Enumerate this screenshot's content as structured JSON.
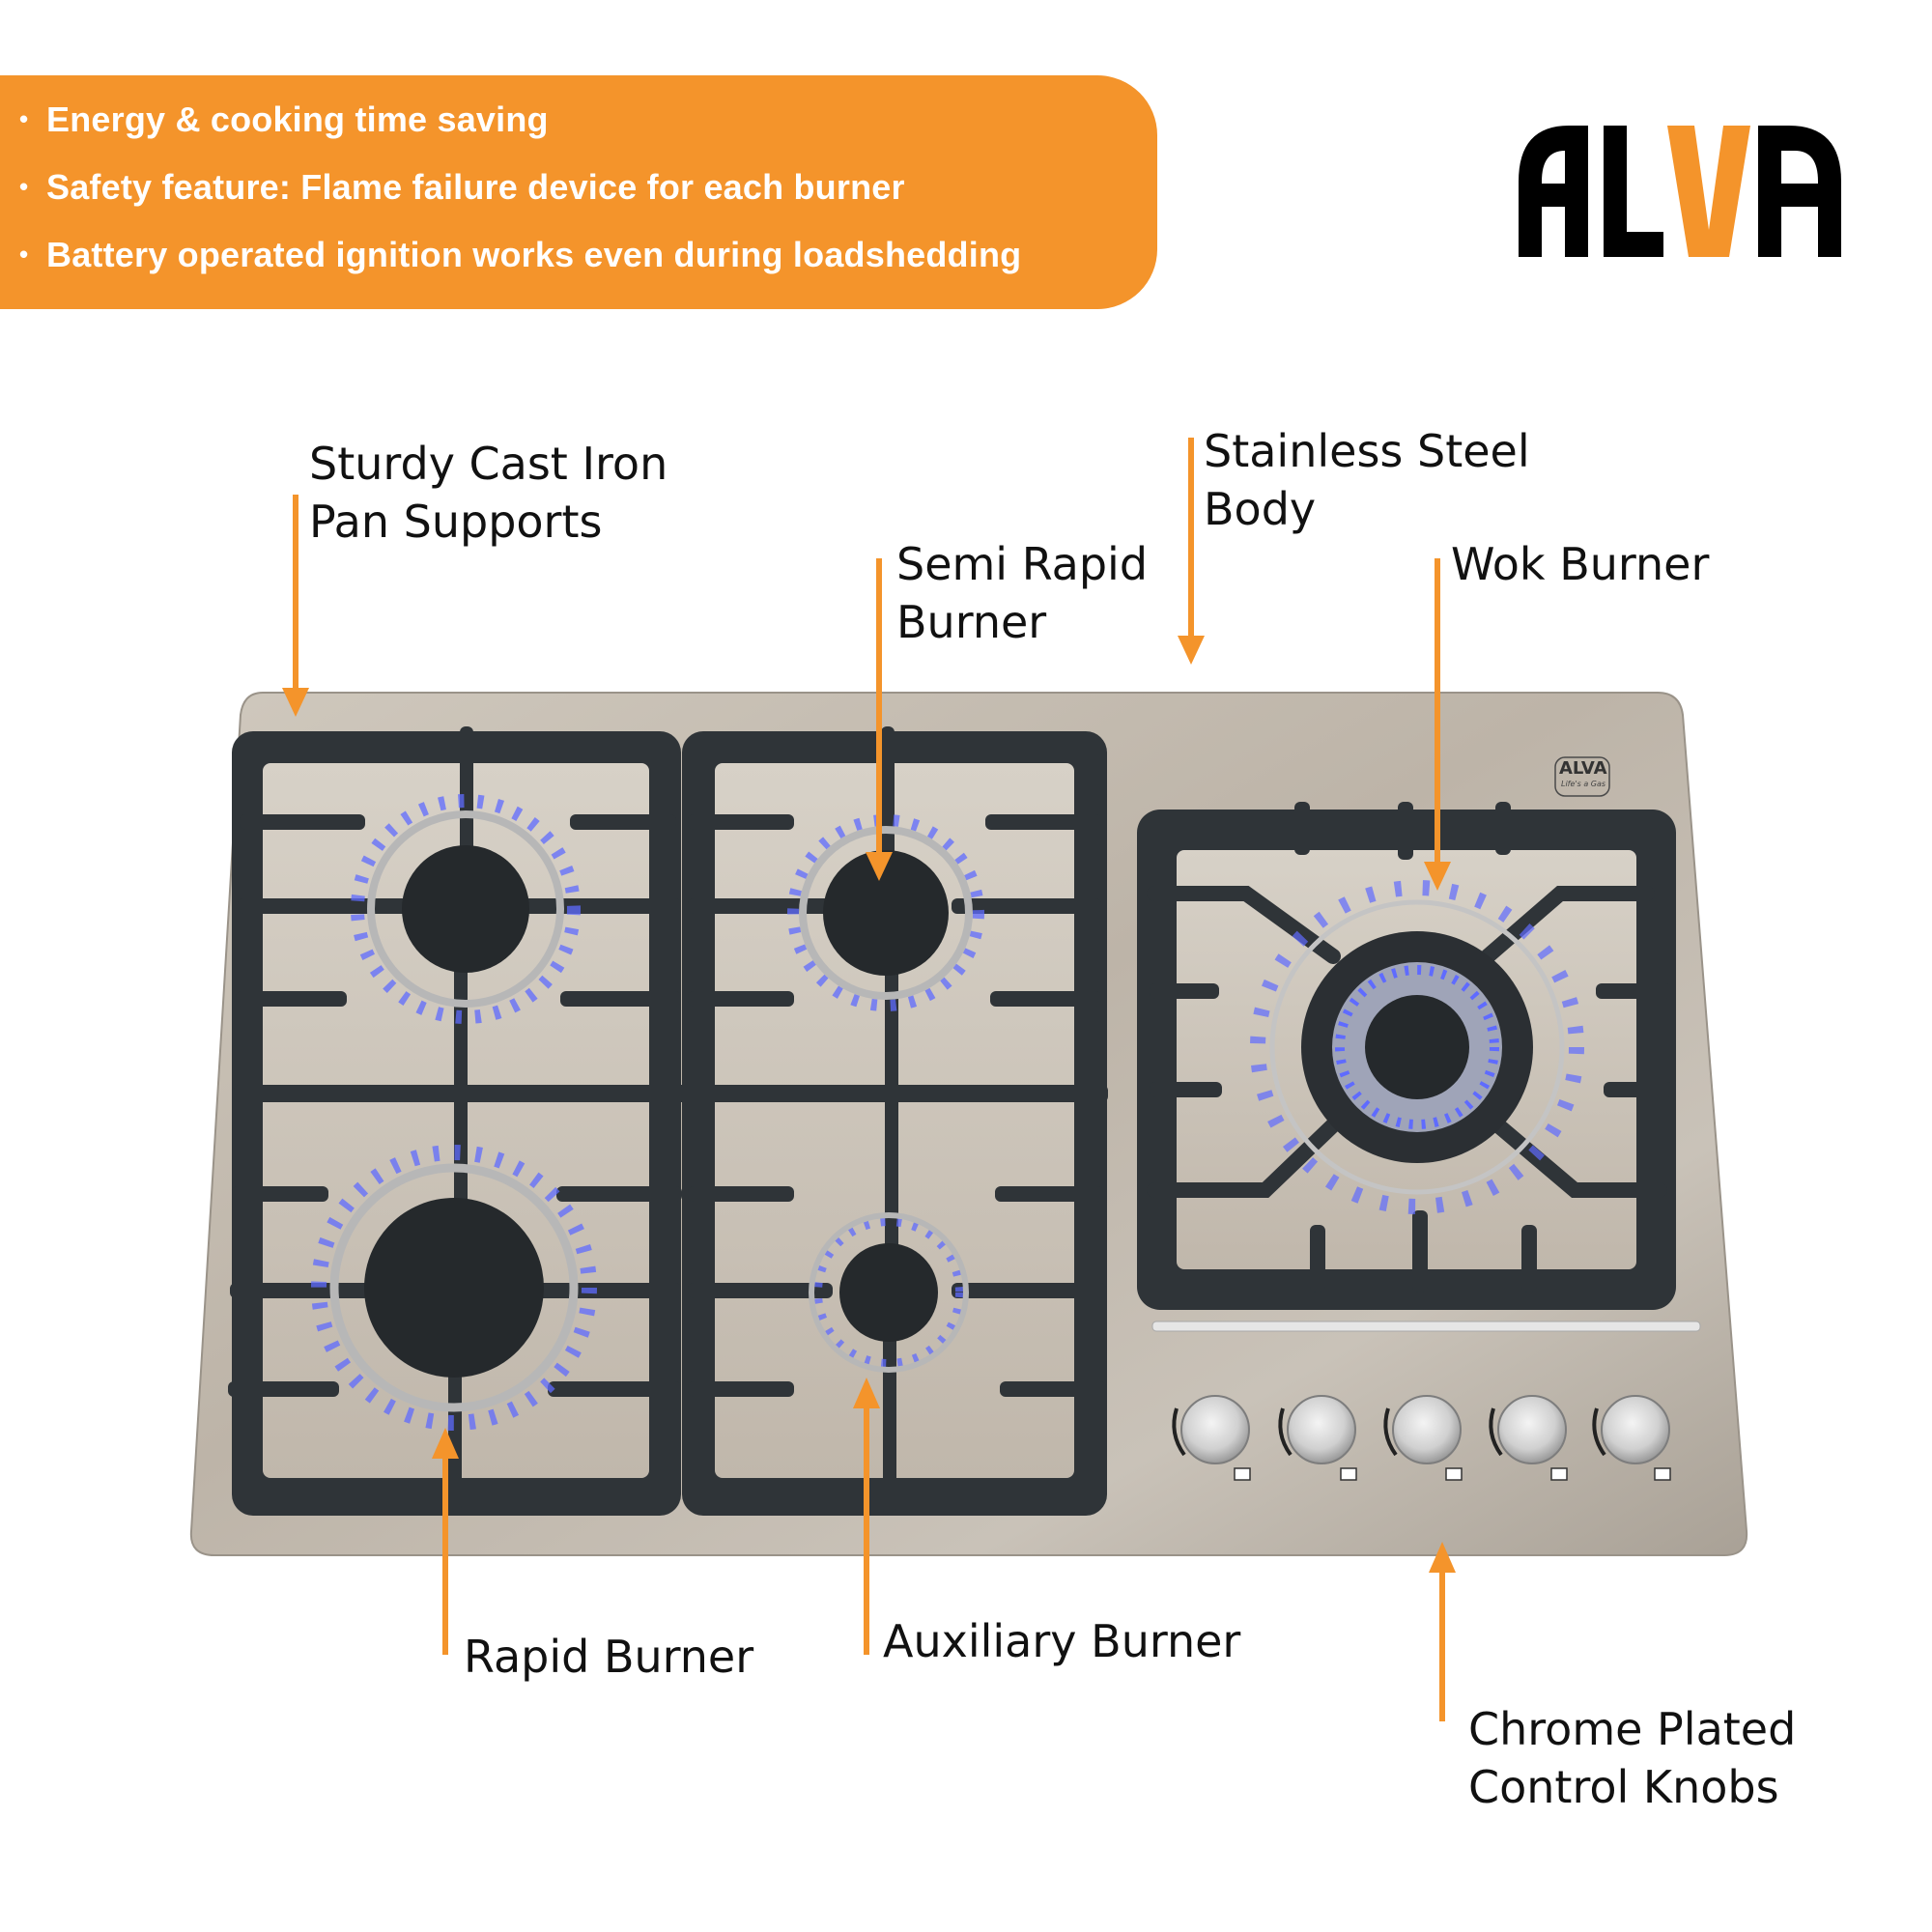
{
  "brand": {
    "name_parts": [
      "AL",
      "V",
      "A"
    ],
    "accent_color": "#F4942B",
    "text_color": "#000000",
    "product_logo": {
      "name": "ALVA",
      "tagline": "Life's a Gas"
    }
  },
  "banner": {
    "background": "#F4942B",
    "bullet_glyph": "•",
    "bullets": [
      "Energy & cooking time saving",
      "Safety feature: Flame failure device for each burner",
      "Battery operated ignition works even during loadshedding"
    ]
  },
  "callouts": [
    {
      "id": "pan-supports",
      "lines": [
        "Sturdy Cast Iron",
        "Pan Supports"
      ]
    },
    {
      "id": "semi-rapid-burner",
      "lines": [
        "Semi Rapid",
        "Burner"
      ]
    },
    {
      "id": "stainless-steel-body",
      "lines": [
        "Stainless Steel",
        "Body"
      ]
    },
    {
      "id": "wok-burner",
      "lines": [
        "Wok Burner"
      ]
    },
    {
      "id": "rapid-burner",
      "lines": [
        "Rapid Burner"
      ]
    },
    {
      "id": "auxiliary-burner",
      "lines": [
        "Auxiliary Burner"
      ]
    },
    {
      "id": "control-knobs",
      "lines": [
        "Chrome Plated",
        "Control Knobs"
      ]
    }
  ],
  "hob": {
    "burners": [
      {
        "type": "Semi Rapid",
        "position": "top-left"
      },
      {
        "type": "Semi Rapid",
        "position": "top-middle"
      },
      {
        "type": "Rapid",
        "position": "bottom-left"
      },
      {
        "type": "Auxiliary",
        "position": "bottom-middle"
      },
      {
        "type": "Wok",
        "position": "right"
      }
    ],
    "knob_count": 5,
    "flame_color": "#3E5BFF"
  }
}
